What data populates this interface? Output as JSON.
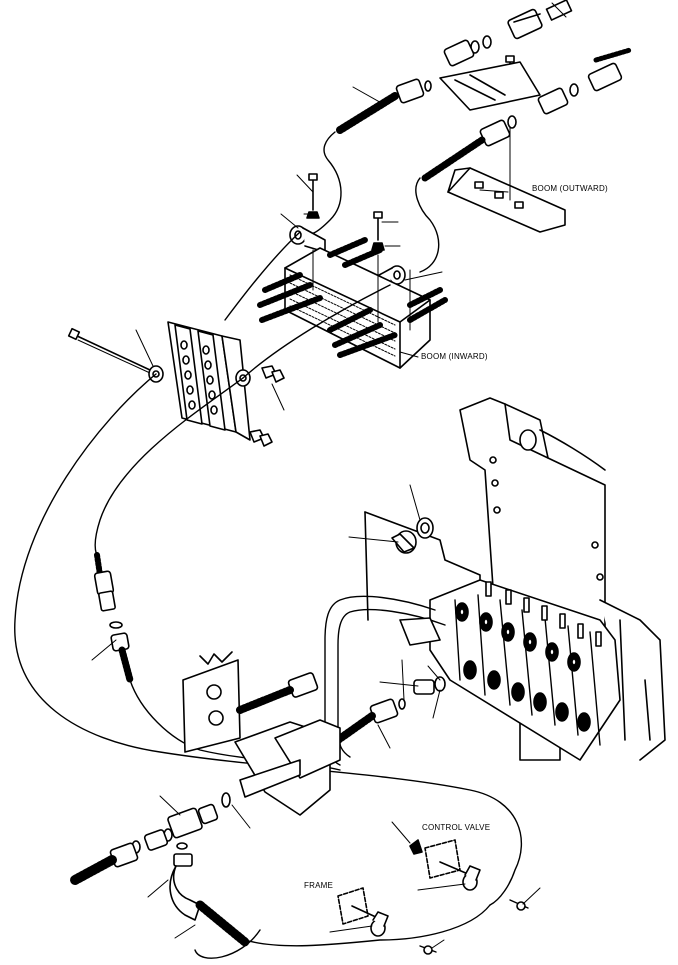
{
  "labels": {
    "boom_outward": "BOOM (OUTWARD)",
    "boom_inward": "BOOM (INWARD)",
    "control_valve": "CONTROL VALVE",
    "frame": "FRAME"
  }
}
